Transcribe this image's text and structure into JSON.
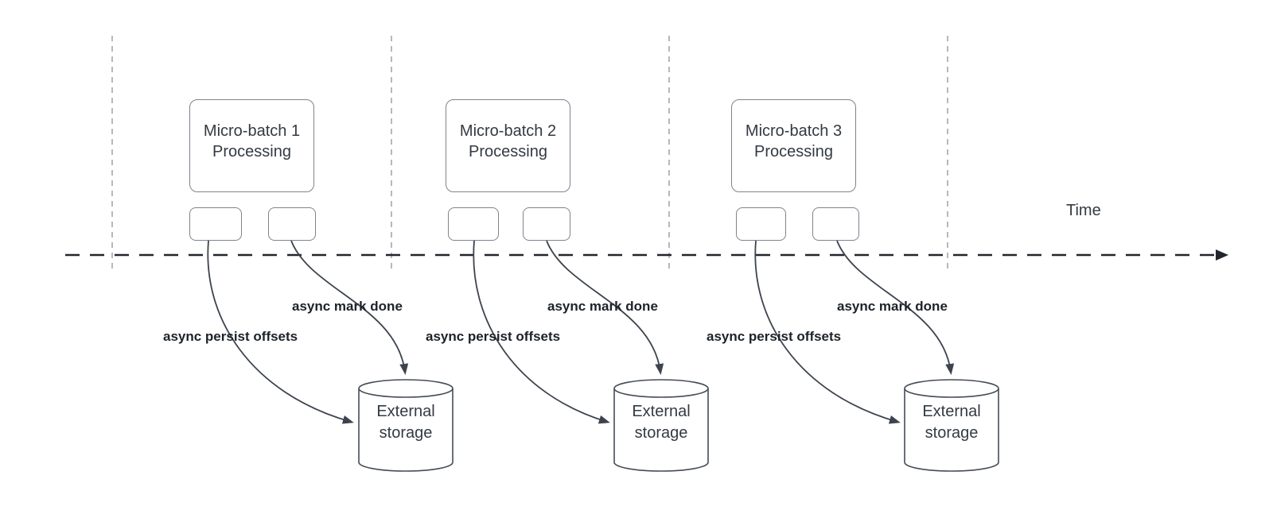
{
  "diagram": {
    "time_label": "Time",
    "batches": [
      {
        "box_label": "Micro-batch 1\nProcessing",
        "persist_label": "async persist offsets",
        "mark_done_label": "async mark done",
        "storage_label": "External\nstorage"
      },
      {
        "box_label": "Micro-batch 2\nProcessing",
        "persist_label": "async persist offsets",
        "mark_done_label": "async mark done",
        "storage_label": "External\nstorage"
      },
      {
        "box_label": "Micro-batch 3\nProcessing",
        "persist_label": "async persist offsets",
        "mark_done_label": "async mark done",
        "storage_label": "External\nstorage"
      }
    ],
    "colors": {
      "background": "#ffffff",
      "axis": "#22262c",
      "guide_line": "#b5b8bc",
      "curve": "#3d434e",
      "shape_border": "#7e848c",
      "cylinder_border": "#454c57",
      "shape_text": "#333a43",
      "label_text": "#1d222a"
    }
  }
}
